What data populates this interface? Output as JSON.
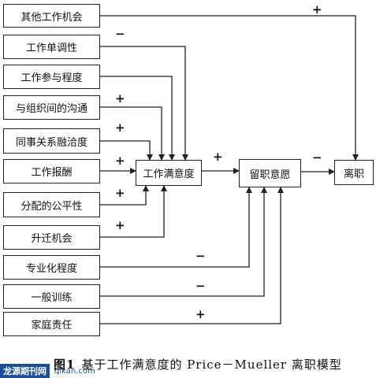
{
  "factors": [
    {
      "label": "其他工作机会",
      "sign": "+"
    },
    {
      "label": "工作单调性",
      "sign": "−"
    },
    {
      "label": "工作参与程度",
      "sign": ""
    },
    {
      "label": "与组织间的沟通",
      "sign": "+"
    },
    {
      "label": "同事关系融洽度",
      "sign": "+"
    },
    {
      "label": "工作报酬",
      "sign": "+"
    },
    {
      "label": "分配的公平性",
      "sign": "+"
    },
    {
      "label": "升迁机会",
      "sign": "+"
    },
    {
      "label": "专业化程度",
      "sign": "−"
    },
    {
      "label": "一般训练",
      "sign": "−"
    },
    {
      "label": "家庭责任",
      "sign": "+"
    }
  ],
  "nodes": {
    "satisfaction": "工作满意度",
    "retention": "留职意愿",
    "turnover": "离职"
  },
  "edge_signs": {
    "satisfaction_to_retention": "+",
    "retention_to_turnover": "−"
  },
  "caption": {
    "figure": "图1",
    "title": "基于工作满意度的 Price－Mueller 离职模型"
  },
  "watermark": {
    "brand": "龙源期刊网",
    "site": "qikan.com"
  }
}
